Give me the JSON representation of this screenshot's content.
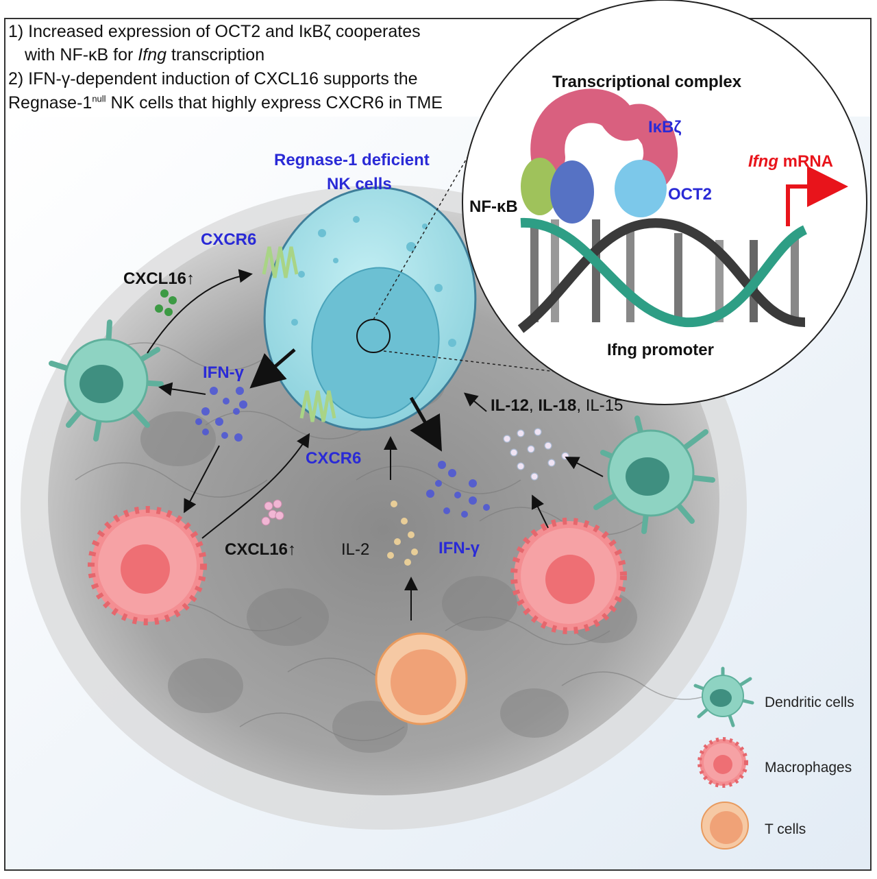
{
  "header": {
    "line1": "1) Increased expression of OCT2 and IκBζ cooperates",
    "line2_a": "with NF-κB for ",
    "line2_italic": "Ifng",
    "line2_b": " transcription",
    "line3": "2) IFN-γ-dependent induction of CXCL16 supports the",
    "line4_a": "Regnase-1",
    "line4_sup": "null",
    "line4_b": " NK cells that highly express CXCR6 in TME"
  },
  "inset": {
    "title": "Transcriptional complex",
    "ikbz": "IκBζ",
    "nfkb": "NF-κB",
    "oct2": "OCT2",
    "mrna_italic": "Ifng",
    "mrna_rest": " mRNA",
    "promoter": "Ifng promoter"
  },
  "labels": {
    "nk_line1": "Regnase-1 deficient",
    "nk_line2": "NK cells",
    "cxcr6_top": "CXCR6",
    "cxcr6_bottom": "CXCR6",
    "cxcl16_top": "CXCL16↑",
    "cxcl16_bottom": "CXCL16↑",
    "ifng_left": "IFN-γ",
    "ifng_right": "IFN-γ",
    "il12": "IL-12",
    "il18": "IL-18",
    "il15": "IL-15",
    "comma": ", ",
    "il2": "IL-2"
  },
  "legend": {
    "dendritic": "Dendritic cells",
    "macrophages": "Macrophages",
    "tcells": "T cells"
  },
  "colors": {
    "label_blue": "#2a2ad6",
    "accent_red": "#e8141b",
    "dendritic": "#7cc7b6",
    "macrophage": "#f48e92",
    "tcell": "#f3b98f",
    "nk_cell": "#9fdde6",
    "dna_green": "#2e9e85",
    "dna_dark": "#3a3a3a"
  }
}
